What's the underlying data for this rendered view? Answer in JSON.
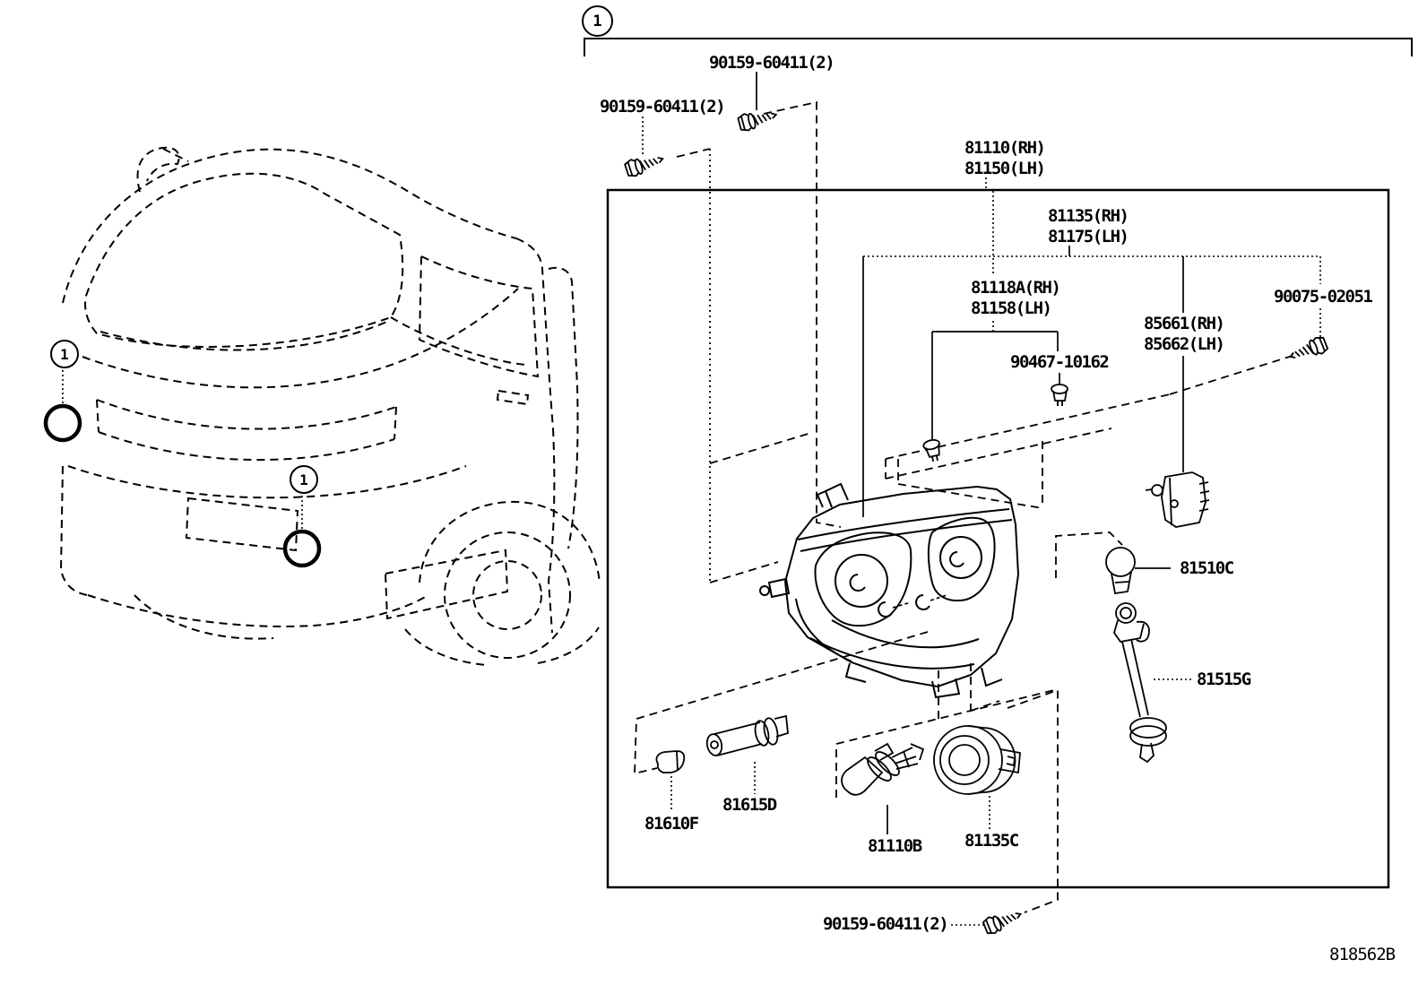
{
  "figure": {
    "code": "818562B"
  },
  "callout": {
    "number": "1"
  },
  "colors": {
    "background": "#ffffff",
    "line": "#000000"
  },
  "parts": {
    "screw_top_left": {
      "text": "90159-60411(2)"
    },
    "screw_top_mid": {
      "text": "90159-60411(2)"
    },
    "headlamp_assy": {
      "text": "81110(RH)\n81150(LH)"
    },
    "headlamp_unit": {
      "text": "81135(RH)\n81175(LH)"
    },
    "moulding": {
      "text": "81118A(RH)\n81158(LH)"
    },
    "retainer_clip": {
      "text": "90467-10162"
    },
    "leveling_actuator": {
      "text": "85661(RH)\n85662(LH)"
    },
    "screw_right": {
      "text": "90075-02051"
    },
    "signal_bulb": {
      "text": "81510C"
    },
    "socket_cord": {
      "text": "81515G"
    },
    "side_socket": {
      "text": "81615D"
    },
    "side_bulb": {
      "text": "81610F"
    },
    "headlamp_bulb": {
      "text": "81110B"
    },
    "headlamp_cap": {
      "text": "81135C"
    },
    "screw_bottom": {
      "text": "90159-60411(2)"
    }
  }
}
